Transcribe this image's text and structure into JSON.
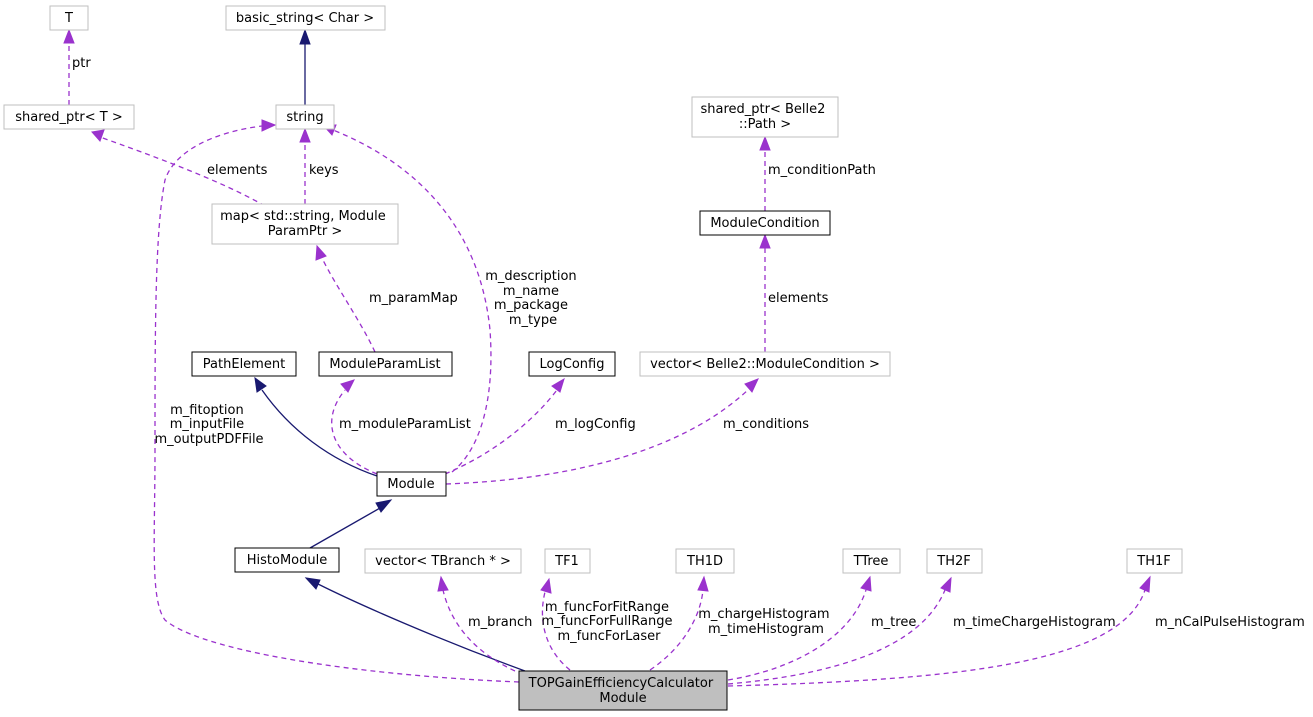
{
  "nodes": {
    "T": "T",
    "basic_string": "basic_string< Char >",
    "shared_ptr_T": "shared_ptr< T >",
    "string": "string",
    "shared_ptr_path": [
      "shared_ptr< Belle2",
      "::Path >"
    ],
    "map": [
      "map< std::string, Module",
      "ParamPtr >"
    ],
    "ModuleCondition": "ModuleCondition",
    "PathElement": "PathElement",
    "ModuleParamList": "ModuleParamList",
    "LogConfig": "LogConfig",
    "vector_cond": "vector< Belle2::ModuleCondition >",
    "Module": "Module",
    "HistoModule": "HistoModule",
    "vector_tbranch": "vector< TBranch * >",
    "TF1": "TF1",
    "TH1D": "TH1D",
    "TTree": "TTree",
    "TH2F": "TH2F",
    "TH1F": "TH1F",
    "main": [
      "TOPGainEfficiencyCalculator",
      "Module"
    ]
  },
  "edge_labels": {
    "ptr": "ptr",
    "elements_map": "elements",
    "keys": "keys",
    "m_conditionPath": "m_conditionPath",
    "elements_cond": "elements",
    "m_paramMap": "m_paramMap",
    "m_description": [
      "m_description",
      "m_name",
      "m_package",
      "m_type"
    ],
    "m_fitoption": [
      "m_fitoption",
      "m_inputFile",
      "m_outputPDFFile"
    ],
    "m_moduleParamList": "m_moduleParamList",
    "m_logConfig": "m_logConfig",
    "m_conditions": "m_conditions",
    "m_branch": "m_branch",
    "m_funcs": [
      "m_funcForFitRange",
      "m_funcForFullRange",
      "m_funcForLaser"
    ],
    "m_hists": [
      "m_chargeHistogram",
      "m_timeHistogram"
    ],
    "m_tree": "m_tree",
    "m_timeChargeHistogram": "m_timeChargeHistogram",
    "m_nCalPulseHistogram": "m_nCalPulseHistogram"
  },
  "colors": {
    "inheritance": "#191970",
    "usage": "#9a32cd",
    "documented_border": "#000000",
    "undocumented_border": "#bfbfbf",
    "main_fill": "#bfbfbf"
  }
}
